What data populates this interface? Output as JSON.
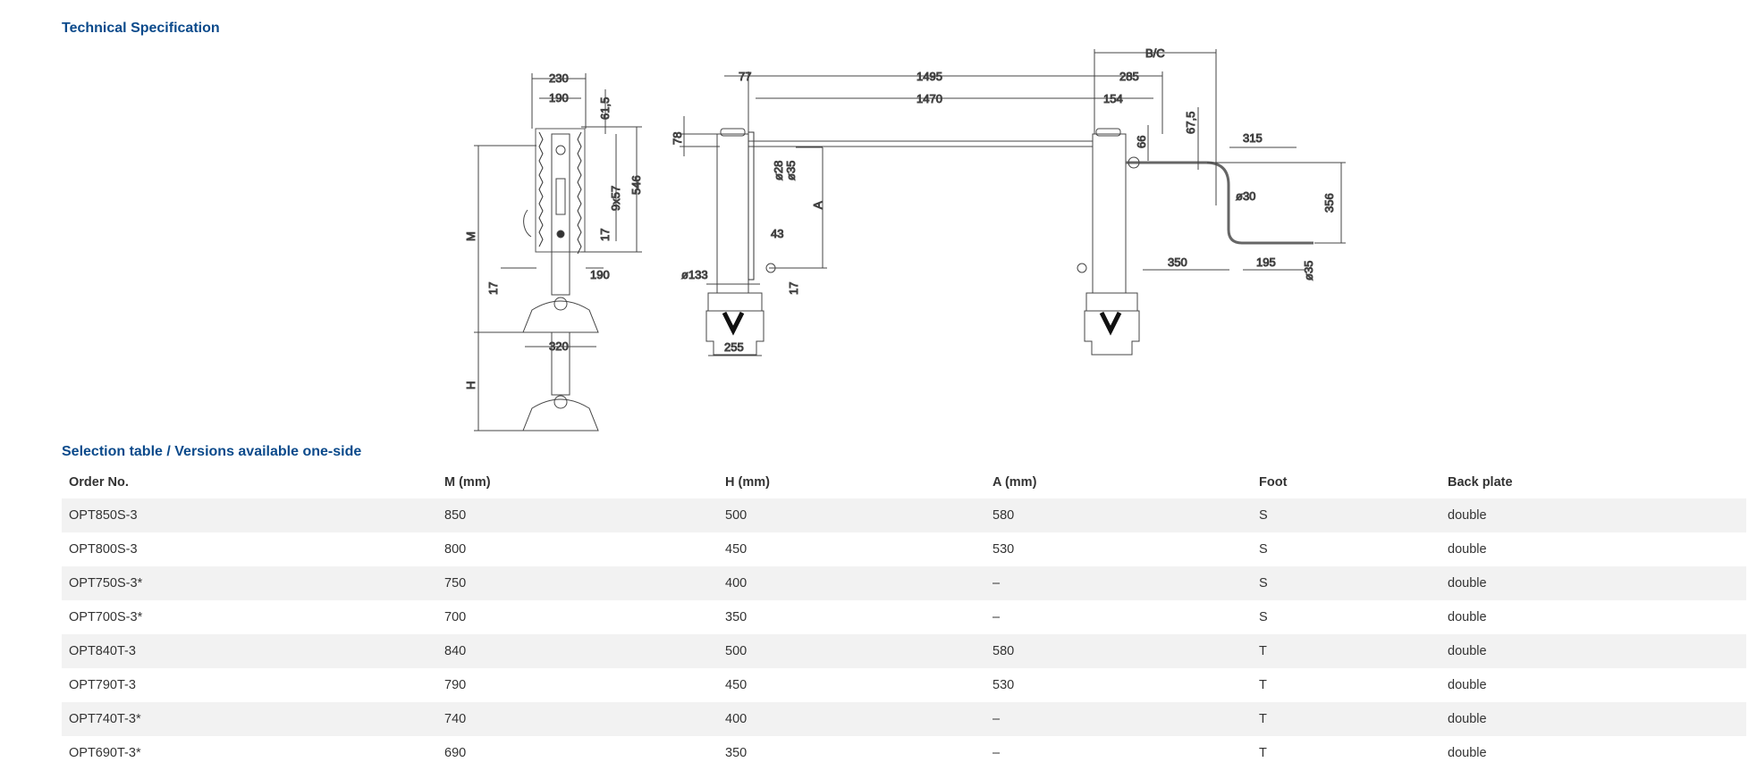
{
  "section_title": "Technical Specification",
  "drawing": {
    "labels": {
      "w230": "230",
      "w190": "190",
      "d61_5": "61,5",
      "d9x57": "9x57",
      "d546": "546",
      "d17a": "17",
      "d190b": "190",
      "d17b": "17",
      "w320": "320",
      "M": "M",
      "H": "H",
      "d77": "77",
      "d1495": "1495",
      "d1470": "1470",
      "d285": "285",
      "d154": "154",
      "BC": "B/C",
      "d78": "78",
      "o28": "ø28",
      "e35": "ø35",
      "A": "A",
      "d43": "43",
      "o133": "ø133",
      "d17c": "17",
      "d255": "255",
      "d66": "66",
      "d67_5": "67,5",
      "d315": "315",
      "o30": "ø30",
      "d356": "356",
      "d350": "350",
      "d195": "195",
      "o35": "ø35"
    }
  },
  "table": {
    "title": "Selection table / Versions available one-side",
    "headers": [
      "Order No.",
      "M (mm)",
      "H (mm)",
      "A (mm)",
      "Foot",
      "Back plate"
    ],
    "rows": [
      [
        "OPT850S-3",
        "850",
        "500",
        "580",
        "S",
        "double"
      ],
      [
        "OPT800S-3",
        "800",
        "450",
        "530",
        "S",
        "double"
      ],
      [
        "OPT750S-3*",
        "750",
        "400",
        "–",
        "S",
        "double"
      ],
      [
        "OPT700S-3*",
        "700",
        "350",
        "–",
        "S",
        "double"
      ],
      [
        "OPT840T-3",
        "840",
        "500",
        "580",
        "T",
        "double"
      ],
      [
        "OPT790T-3",
        "790",
        "450",
        "530",
        "T",
        "double"
      ],
      [
        "OPT740T-3*",
        "740",
        "400",
        "–",
        "T",
        "double"
      ],
      [
        "OPT690T-3*",
        "690",
        "350",
        "–",
        "T",
        "double"
      ]
    ]
  }
}
